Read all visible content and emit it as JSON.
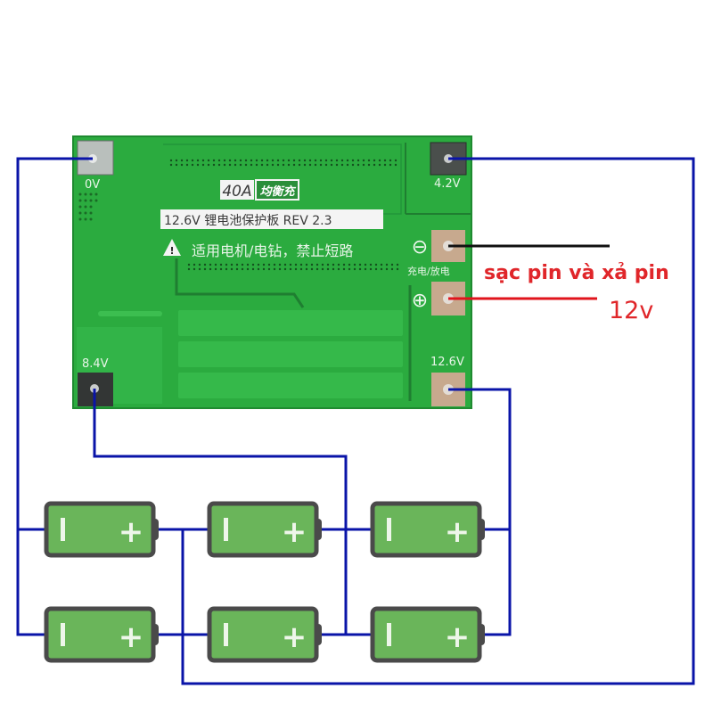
{
  "board": {
    "rating_label": "40A",
    "balance_label": "均衡充",
    "title_line": "12.6V 锂电池保护板 REV 2.3",
    "warning_line": "适用电机/电钻，禁止短路",
    "charge_discharge_label": "充电/放电",
    "pads": {
      "p0v": "0V",
      "p42v": "4.2V",
      "p84v": "8.4V",
      "p126v": "12.6V",
      "minus_symbol": "⊖",
      "plus_symbol": "⊕"
    }
  },
  "annotation": {
    "line1": "sạc pin và xả pin",
    "line2": "12v"
  },
  "colors": {
    "wire": "#0a14a8",
    "neg_wire": "#111111",
    "pos_wire": "#e0141c",
    "pcb": "#2bab3f",
    "battery_body": "#6ab55a",
    "battery_border": "#4a4a4a"
  },
  "batteries": [
    {
      "row": 1,
      "col": 1,
      "neg": "I",
      "pos": "+"
    },
    {
      "row": 1,
      "col": 2,
      "neg": "I",
      "pos": "+"
    },
    {
      "row": 1,
      "col": 3,
      "neg": "I",
      "pos": "+"
    },
    {
      "row": 2,
      "col": 1,
      "neg": "I",
      "pos": "+"
    },
    {
      "row": 2,
      "col": 2,
      "neg": "I",
      "pos": "+"
    },
    {
      "row": 2,
      "col": 3,
      "neg": "I",
      "pos": "+"
    }
  ]
}
